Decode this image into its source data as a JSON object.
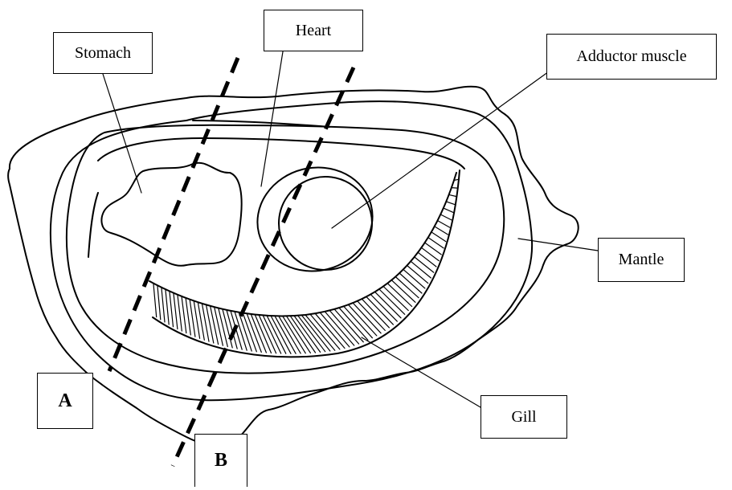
{
  "labels": {
    "stomach": "Stomach",
    "heart": "Heart",
    "adductor_muscle": "Adductor muscle",
    "mantle": "Mantle",
    "gill": "Gill",
    "section_a": "A",
    "section_b": "B"
  }
}
